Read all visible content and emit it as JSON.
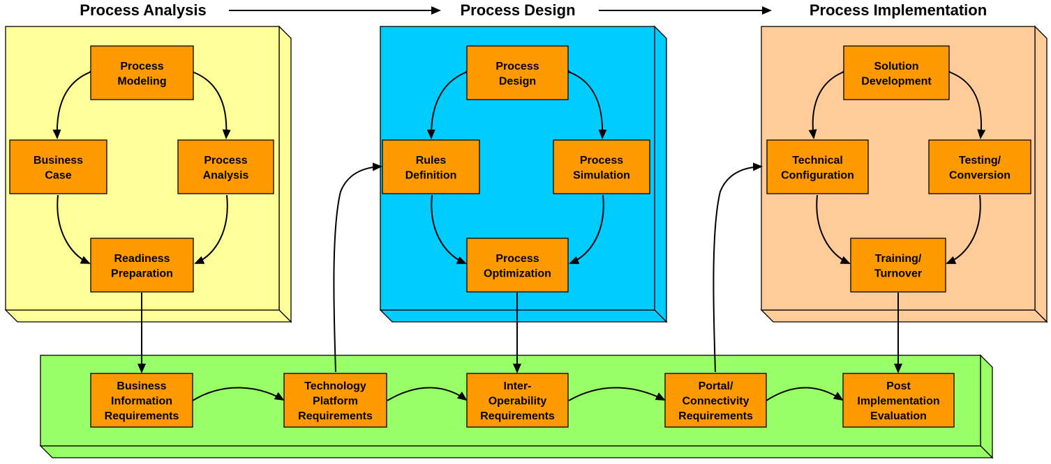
{
  "phases": [
    {
      "title": "Process Analysis",
      "color": "#ffff99"
    },
    {
      "title": "Process Design",
      "color": "#00ccff"
    },
    {
      "title": "Process Implementation",
      "color": "#ffcc99"
    }
  ],
  "bottom_band": {
    "color": "#99ff66"
  },
  "node_color": "#ff9900",
  "nodes": {
    "process_modeling": [
      "Process",
      "Modeling"
    ],
    "business_case": [
      "Business",
      "Case"
    ],
    "process_analysis": [
      "Process",
      "Analysis"
    ],
    "readiness_preparation": [
      "Readiness",
      "Preparation"
    ],
    "process_design": [
      "Process",
      "Design"
    ],
    "rules_definition": [
      "Rules",
      "Definition"
    ],
    "process_simulation": [
      "Process",
      "Simulation"
    ],
    "process_optimization": [
      "Process",
      "Optimization"
    ],
    "solution_development": [
      "Solution",
      "Development"
    ],
    "technical_configuration": [
      "Technical",
      "Configuration"
    ],
    "testing_conversion": [
      "Testing/",
      "Conversion"
    ],
    "training_turnover": [
      "Training/",
      "Turnover"
    ],
    "business_information_requirements": [
      "Business",
      "Information",
      "Requirements"
    ],
    "technology_platform_requirements": [
      "Technology",
      "Platform",
      "Requirements"
    ],
    "interoperability_requirements": [
      "Inter-",
      "Operability",
      "Requirements"
    ],
    "portal_connectivity_requirements": [
      "Portal/",
      "Connectivity",
      "Requirements"
    ],
    "post_implementation_evaluation": [
      "Post",
      "Implementation",
      "Evaluation"
    ]
  }
}
